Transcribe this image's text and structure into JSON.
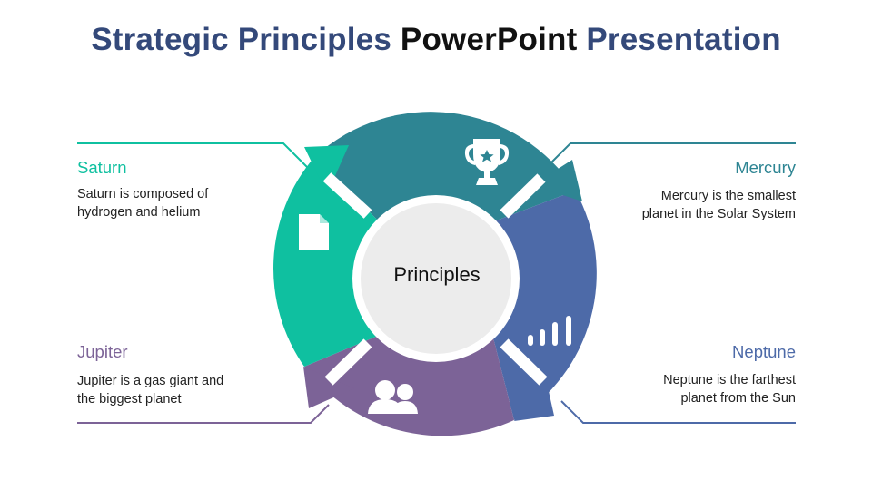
{
  "title": {
    "part1": "Strategic Principles ",
    "part2": "PowerPoint",
    "part3": " Presentation"
  },
  "center": {
    "label": "Principles"
  },
  "colors": {
    "teal": "#2e8593",
    "green": "#0fc0a0",
    "blue": "#4d6aa8",
    "purple": "#7c6397",
    "title_blue": "#34497a",
    "center_fill": "#ececec"
  },
  "items": {
    "saturn": {
      "title": "Saturn",
      "line1": "Saturn is composed of",
      "line2": "hydrogen and helium",
      "icon": "document-icon"
    },
    "mercury": {
      "title": "Mercury",
      "line1": "Mercury is the smallest",
      "line2": "planet in the Solar System",
      "icon": "trophy-icon"
    },
    "jupiter": {
      "title": "Jupiter",
      "line1": "Jupiter is a gas giant and",
      "line2": "the biggest planet",
      "icon": "users-icon"
    },
    "neptune": {
      "title": "Neptune",
      "line1": "Neptune is the farthest",
      "line2": "planet from the Sun",
      "icon": "bar-chart-icon"
    }
  }
}
